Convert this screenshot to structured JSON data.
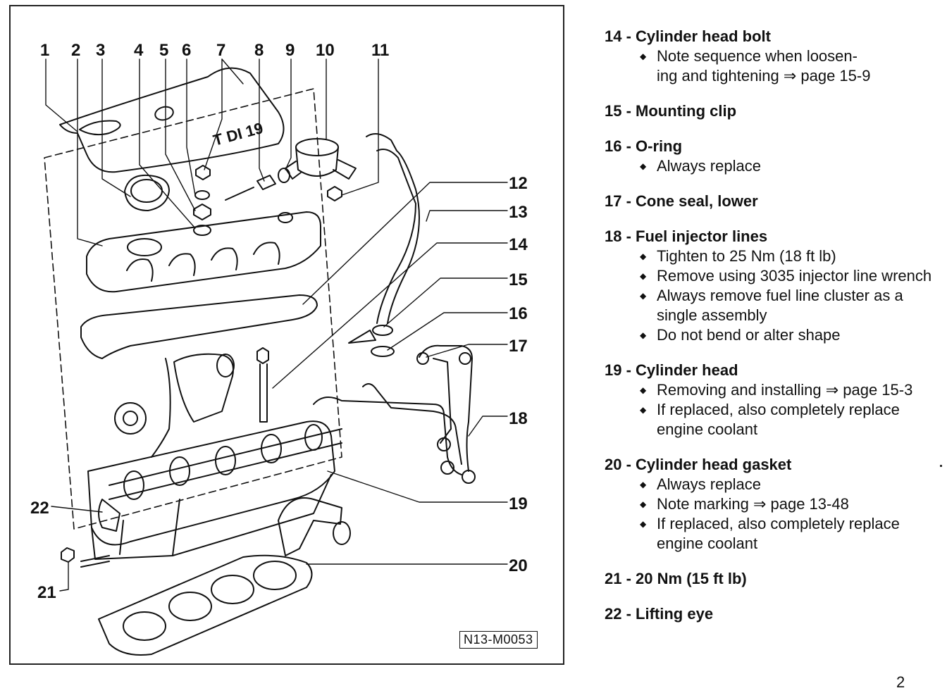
{
  "figure": {
    "reference_code": "N13-M0053",
    "cover_badge_text": "T DI 19",
    "callouts": [
      "1",
      "2",
      "3",
      "4",
      "5",
      "6",
      "7",
      "8",
      "9",
      "10",
      "11",
      "12",
      "13",
      "14",
      "15",
      "16",
      "17",
      "18",
      "19",
      "20",
      "21",
      "22"
    ]
  },
  "legend": [
    {
      "number": "14",
      "title": "Cylinder head bolt",
      "notes": [
        "Note sequence when loosen-",
        "ing and tightening ⇒ page 15-9"
      ]
    },
    {
      "number": "15",
      "title": "Mounting clip",
      "notes": []
    },
    {
      "number": "16",
      "title": "O-ring",
      "notes": [
        "Always replace"
      ]
    },
    {
      "number": "17",
      "title": "Cone seal, lower",
      "notes": []
    },
    {
      "number": "18",
      "title": "Fuel injector lines",
      "notes": [
        "Tighten to 25 Nm (18 ft lb)",
        "Remove using 3035 injector line wrench",
        "Always remove fuel line cluster as a single assembly",
        "Do not bend or alter shape"
      ]
    },
    {
      "number": "19",
      "title": "Cylinder head",
      "notes": [
        "Removing and installing ⇒ page 15-3",
        "If replaced, also completely replace engine coolant"
      ]
    },
    {
      "number": "20",
      "title": "Cylinder head gasket",
      "notes": [
        "Always replace",
        "Note marking ⇒ page 13-48",
        "If replaced, also completely replace engine coolant"
      ]
    },
    {
      "number": "21",
      "title": "20 Nm (15 ft lb)",
      "notes": []
    },
    {
      "number": "22",
      "title": "Lifting eye",
      "notes": []
    }
  ],
  "page_number": "2"
}
